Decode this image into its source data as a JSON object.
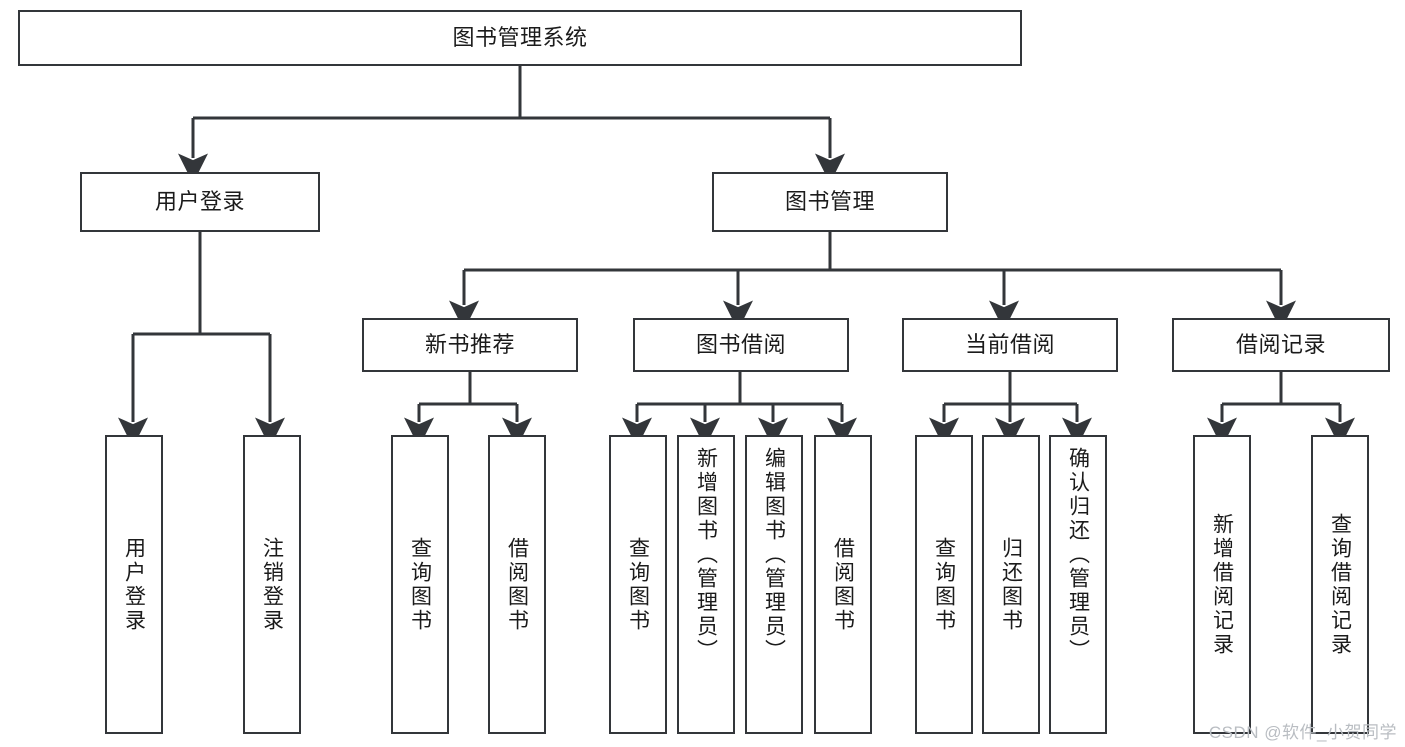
{
  "diagram": {
    "type": "tree-hierarchy-chart",
    "title": "图书管理系统",
    "stroke_color": "#33363a",
    "text_color": "#1b1b1b",
    "background": "#ffffff",
    "root": {
      "label": "图书管理系统"
    },
    "level1": [
      {
        "label": "用户登录"
      },
      {
        "label": "图书管理"
      }
    ],
    "level2": [
      {
        "label": "新书推荐"
      },
      {
        "label": "图书借阅"
      },
      {
        "label": "当前借阅"
      },
      {
        "label": "借阅记录"
      }
    ],
    "leaves": {
      "user_login": [
        {
          "label": "用户登录"
        },
        {
          "label": "注销登录"
        }
      ],
      "new_book_recommend": [
        {
          "label": "查询图书"
        },
        {
          "label": "借阅图书"
        }
      ],
      "book_borrow": [
        {
          "label": "查询图书"
        },
        {
          "label": "新增图书（管理员）"
        },
        {
          "label": "编辑图书（管理员）"
        },
        {
          "label": "借阅图书"
        }
      ],
      "current_borrow": [
        {
          "label": "查询图书"
        },
        {
          "label": "归还图书"
        },
        {
          "label": "确认归还（管理员）"
        }
      ],
      "borrow_record": [
        {
          "label": "新增借阅记录"
        },
        {
          "label": "查询借阅记录"
        }
      ]
    },
    "watermark": "CSDN @软件_小贺同学"
  }
}
